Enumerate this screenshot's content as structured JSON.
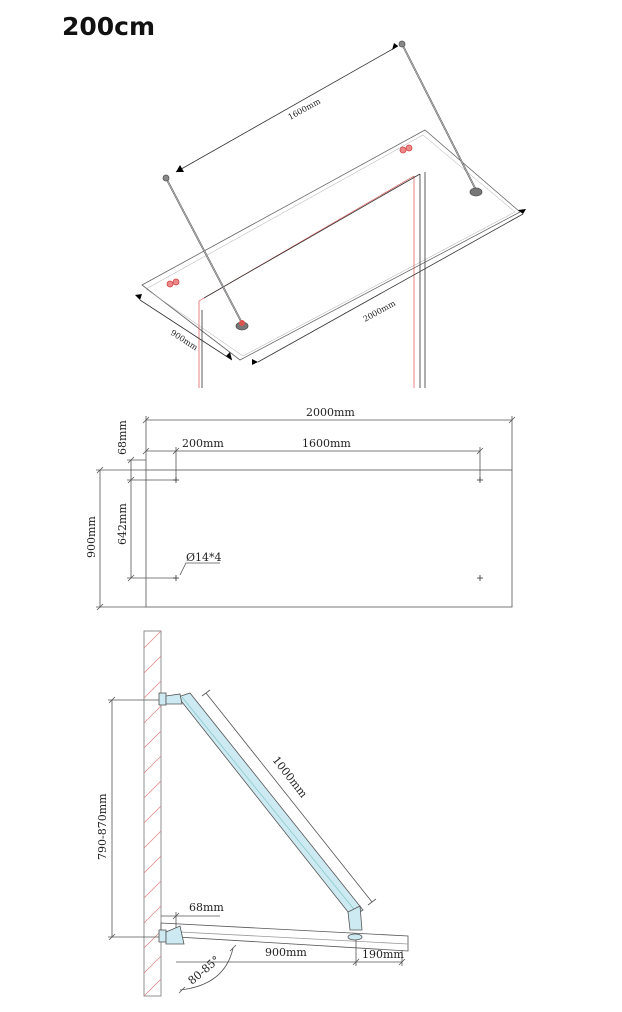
{
  "title": "200cm",
  "perspective": {
    "label_1600": "1600mm",
    "label_2000": "2000mm",
    "label_900": "900mm"
  },
  "plan": {
    "label_width": "2000mm",
    "label_offset": "200mm",
    "label_spacing": "1600mm",
    "label_top": "68mm",
    "label_holes_v": "642mm",
    "label_depth": "900mm",
    "label_hole": "Ø14*4"
  },
  "side": {
    "label_height": "790-870mm",
    "label_rod": "1000mm",
    "label_68": "68mm",
    "label_900": "900mm",
    "label_190": "190mm",
    "label_angle": "80-85°"
  },
  "colors": {
    "line": "#444444",
    "red_accent": "#d9534f",
    "rod_blue": "#a9d9e6",
    "hatch": "#e08080"
  }
}
